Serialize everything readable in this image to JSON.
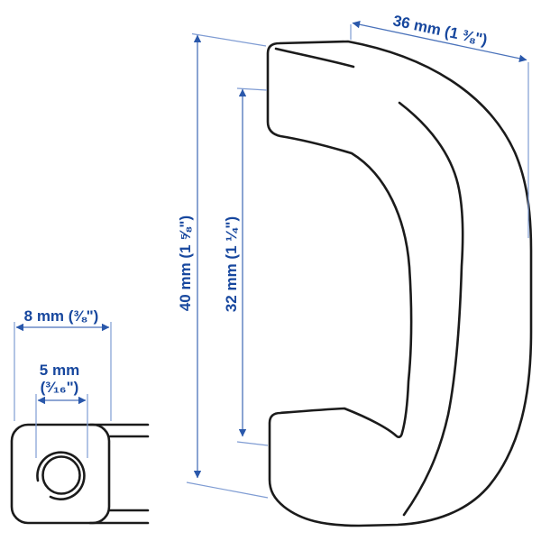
{
  "diagram": {
    "type": "product-dimension-drawing",
    "product": "handle",
    "dimensions": {
      "width_top": "36 mm (1 ⅜\")",
      "height_outer": "40 mm (1 ⅝\")",
      "hole_spacing": "32 mm (1 ¼\")",
      "plate_width": "8 mm (⅜\")",
      "hole_diameter_line1": "5 mm",
      "hole_diameter_line2": "(³⁄₁₆\")"
    }
  },
  "colors": {
    "background": "#ffffff",
    "outline": "#1b1b1b",
    "dimension_text": "#17479e",
    "dimension_line": "#4a72ba",
    "extension_line": "#7f9cd3",
    "arrow": "#2a58ab"
  }
}
